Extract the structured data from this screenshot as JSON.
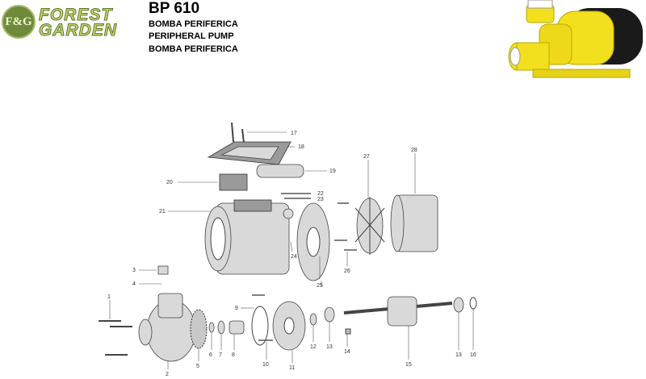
{
  "brand": {
    "badge": "F&G",
    "line1": "FOREST",
    "line2": "GARDEN"
  },
  "header": {
    "model": "BP 610",
    "line1": "BOMBA PERIFERICA",
    "line2": "PERIPHERAL PUMP",
    "line3": "BOMBA PERIFERICA"
  },
  "colors": {
    "pump_yellow": "#f2e01e",
    "motor_black": "#1a1a1a",
    "brand_green": "#6d8b3a"
  },
  "part_labels": {
    "p1": "1",
    "p2": "2",
    "p3": "3",
    "p4": "4",
    "p5": "5",
    "p6": "6",
    "p7": "7",
    "p8": "8",
    "p9": "9",
    "p10": "10",
    "p11": "11",
    "p12": "12",
    "p13a": "13",
    "p13b": "13",
    "p14": "14",
    "p15": "15",
    "p16": "16",
    "p17": "17",
    "p18": "18",
    "p19": "19",
    "p20": "20",
    "p21": "21",
    "p22": "22",
    "p23": "23",
    "p24": "24",
    "p25": "25",
    "p26": "26",
    "p27": "27",
    "p28": "28"
  }
}
